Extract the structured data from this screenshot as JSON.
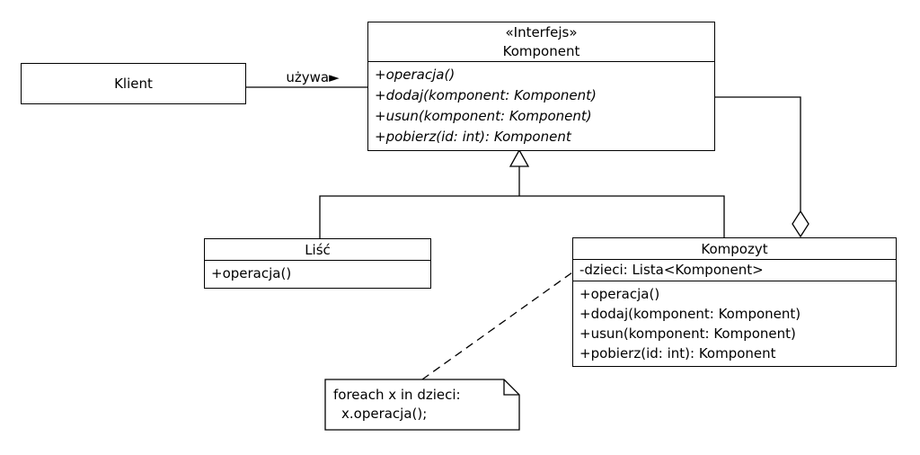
{
  "colors": {
    "stroke": "#000000",
    "fill": "#ffffff",
    "background": "#ffffff"
  },
  "klient": {
    "title": "Klient"
  },
  "association": {
    "label": "używa",
    "arrow": "►"
  },
  "komponent": {
    "stereotype": "«Interfejs»",
    "title": "Komponent",
    "methods": [
      "+operacja()",
      "+dodaj(komponent: Komponent)",
      "+usun(komponent: Komponent)",
      "+pobierz(id: int): Komponent"
    ]
  },
  "lisc": {
    "title": "Liść",
    "methods": [
      "+operacja()"
    ]
  },
  "kompozyt": {
    "title": "Kompozyt",
    "attributes": [
      "-dzieci: Lista<Komponent>"
    ],
    "methods": [
      "+operacja()",
      "+dodaj(komponent: Komponent)",
      "+usun(komponent: Komponent)",
      "+pobierz(id: int): Komponent"
    ]
  },
  "note": {
    "lines": [
      "foreach x in dzieci:",
      "x.operacja();"
    ]
  }
}
